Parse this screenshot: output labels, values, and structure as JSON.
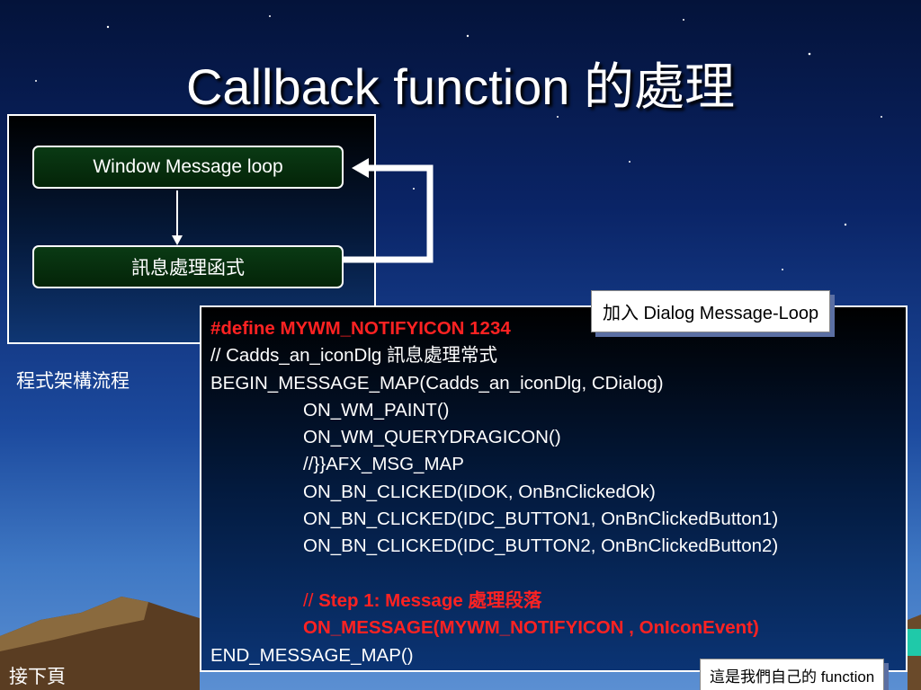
{
  "slide": {
    "title": "Callback function 的處理",
    "flow_caption": "程式架構流程",
    "next_page": "接下頁"
  },
  "flow": {
    "node_loop": "Window Message loop",
    "node_handler": "訊息處理函式"
  },
  "callouts": {
    "dialog_loop": "加入 Dialog Message-Loop",
    "own_function": "這是我們自己的 function"
  },
  "code": {
    "l1": "#define MYWM_NOTIFYICON 1234",
    "l2": "// Cadds_an_iconDlg 訊息處理常式",
    "l3": "BEGIN_MESSAGE_MAP(Cadds_an_iconDlg, CDialog)",
    "l4": "ON_WM_PAINT()",
    "l5": "ON_WM_QUERYDRAGICON()",
    "l6": "//}}AFX_MSG_MAP",
    "l7": "ON_BN_CLICKED(IDOK, OnBnClickedOk)",
    "l8": "ON_BN_CLICKED(IDC_BUTTON1, OnBnClickedButton1)",
    "l9": "ON_BN_CLICKED(IDC_BUTTON2, OnBnClickedButton2)",
    "l11_prefix": "// ",
    "l11_step": "Step 1: Message 處理段落",
    "l12": "ON_MESSAGE(MYWM_NOTIFYICON , OnIconEvent)",
    "l13": "END_MESSAGE_MAP()"
  },
  "colors": {
    "background_top": "#04133a",
    "background_bottom": "#5b8fd2",
    "highlight_red": "#ff2222",
    "node_green": "#0a3a14"
  }
}
